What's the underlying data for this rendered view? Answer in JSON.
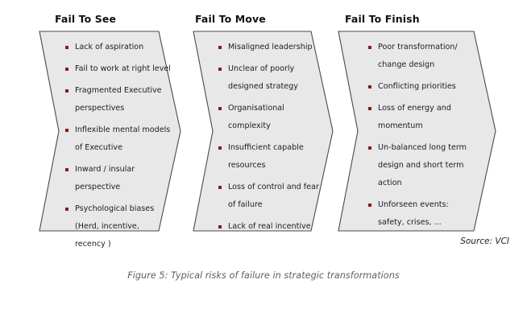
{
  "figure": {
    "caption": "Figure 5: Typical risks of failure in strategic transformations",
    "source": "Source: VCI",
    "bullet_color": "#8b1a1a",
    "shape_fill": "#e8e8e8",
    "shape_stroke": "#4a4a4a",
    "caption_color": "#5d6066"
  },
  "stages": [
    {
      "title": "Fail To See",
      "items": [
        "Lack of aspiration",
        "Fail to work at right level",
        "Fragmented  Executive perspectives",
        "Inflexible mental models of Executive",
        "Inward / insular perspective",
        "Psychological biases (Herd, incentive, recency )"
      ]
    },
    {
      "title": "Fail To Move",
      "items": [
        "Misaligned leadership",
        "Unclear of poorly designed strategy",
        "Organisational complexity",
        "Insufficient capable resources",
        "Loss of control  and fear of failure",
        "Lack of real incentive"
      ]
    },
    {
      "title": "Fail To Finish",
      "items": [
        "Poor transformation/ change design",
        "Conflicting priorities",
        "Loss of energy and momentum",
        "Un-balanced long term design and short term action",
        " Unforseen events: safety, crises, ..."
      ]
    }
  ]
}
